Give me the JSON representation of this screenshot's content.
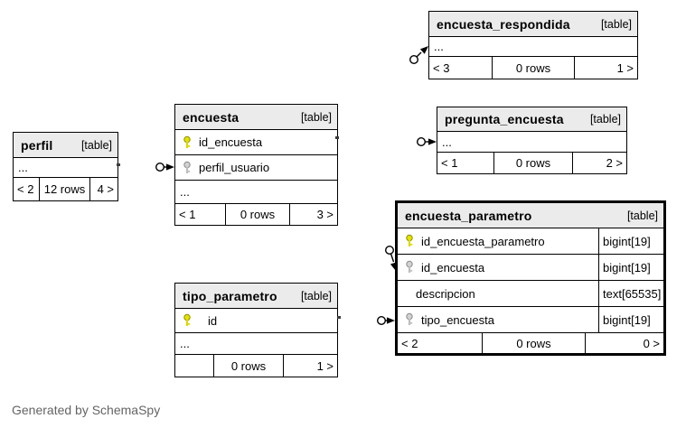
{
  "credit": "Generated by SchemaSpy",
  "colors": {
    "header_bg": "#ebebeb",
    "border": "#000000",
    "highlight_border": "#000000",
    "pk_key": "#e3e300",
    "fk_key": "#c8c8c8",
    "credit_text": "#646464"
  },
  "icons": {
    "pk": "primary-key-icon",
    "fk": "foreign-key-icon",
    "connector": "relationship-arrow-with-circle"
  },
  "tables": {
    "perfil": {
      "name": "perfil",
      "tag": "[table]",
      "more": "...",
      "stats": {
        "prev": "< 2",
        "rows": "12 rows",
        "next": "4 >"
      }
    },
    "encuesta": {
      "name": "encuesta",
      "tag": "[table]",
      "more": "...",
      "columns": [
        {
          "name": "id_encuesta",
          "key": "pk"
        },
        {
          "name": "perfil_usuario",
          "key": "fk"
        }
      ],
      "stats": {
        "prev": "< 1",
        "rows": "0 rows",
        "next": "3 >"
      }
    },
    "encuesta_respondida": {
      "name": "encuesta_respondida",
      "tag": "[table]",
      "more": "...",
      "stats": {
        "prev": "< 3",
        "rows": "0 rows",
        "next": "1 >"
      }
    },
    "pregunta_encuesta": {
      "name": "pregunta_encuesta",
      "tag": "[table]",
      "more": "...",
      "stats": {
        "prev": "< 1",
        "rows": "0 rows",
        "next": "2 >"
      }
    },
    "tipo_parametro": {
      "name": "tipo_parametro",
      "tag": "[table]",
      "more": "...",
      "columns": [
        {
          "name": "id",
          "key": "pk"
        }
      ],
      "stats": {
        "prev": "",
        "rows": "0 rows",
        "next": "1 >"
      }
    },
    "encuesta_parametro": {
      "name": "encuesta_parametro",
      "tag": "[table]",
      "columns": [
        {
          "name": "id_encuesta_parametro",
          "key": "pk",
          "type": "bigint[19]"
        },
        {
          "name": "id_encuesta",
          "key": "fk",
          "type": "bigint[19]"
        },
        {
          "name": "descripcion",
          "key": "none",
          "type": "text[65535]"
        },
        {
          "name": "tipo_encuesta",
          "key": "fk",
          "type": "bigint[19]"
        }
      ],
      "stats": {
        "prev": "< 2",
        "rows": "0 rows",
        "next": "0 >"
      }
    }
  }
}
